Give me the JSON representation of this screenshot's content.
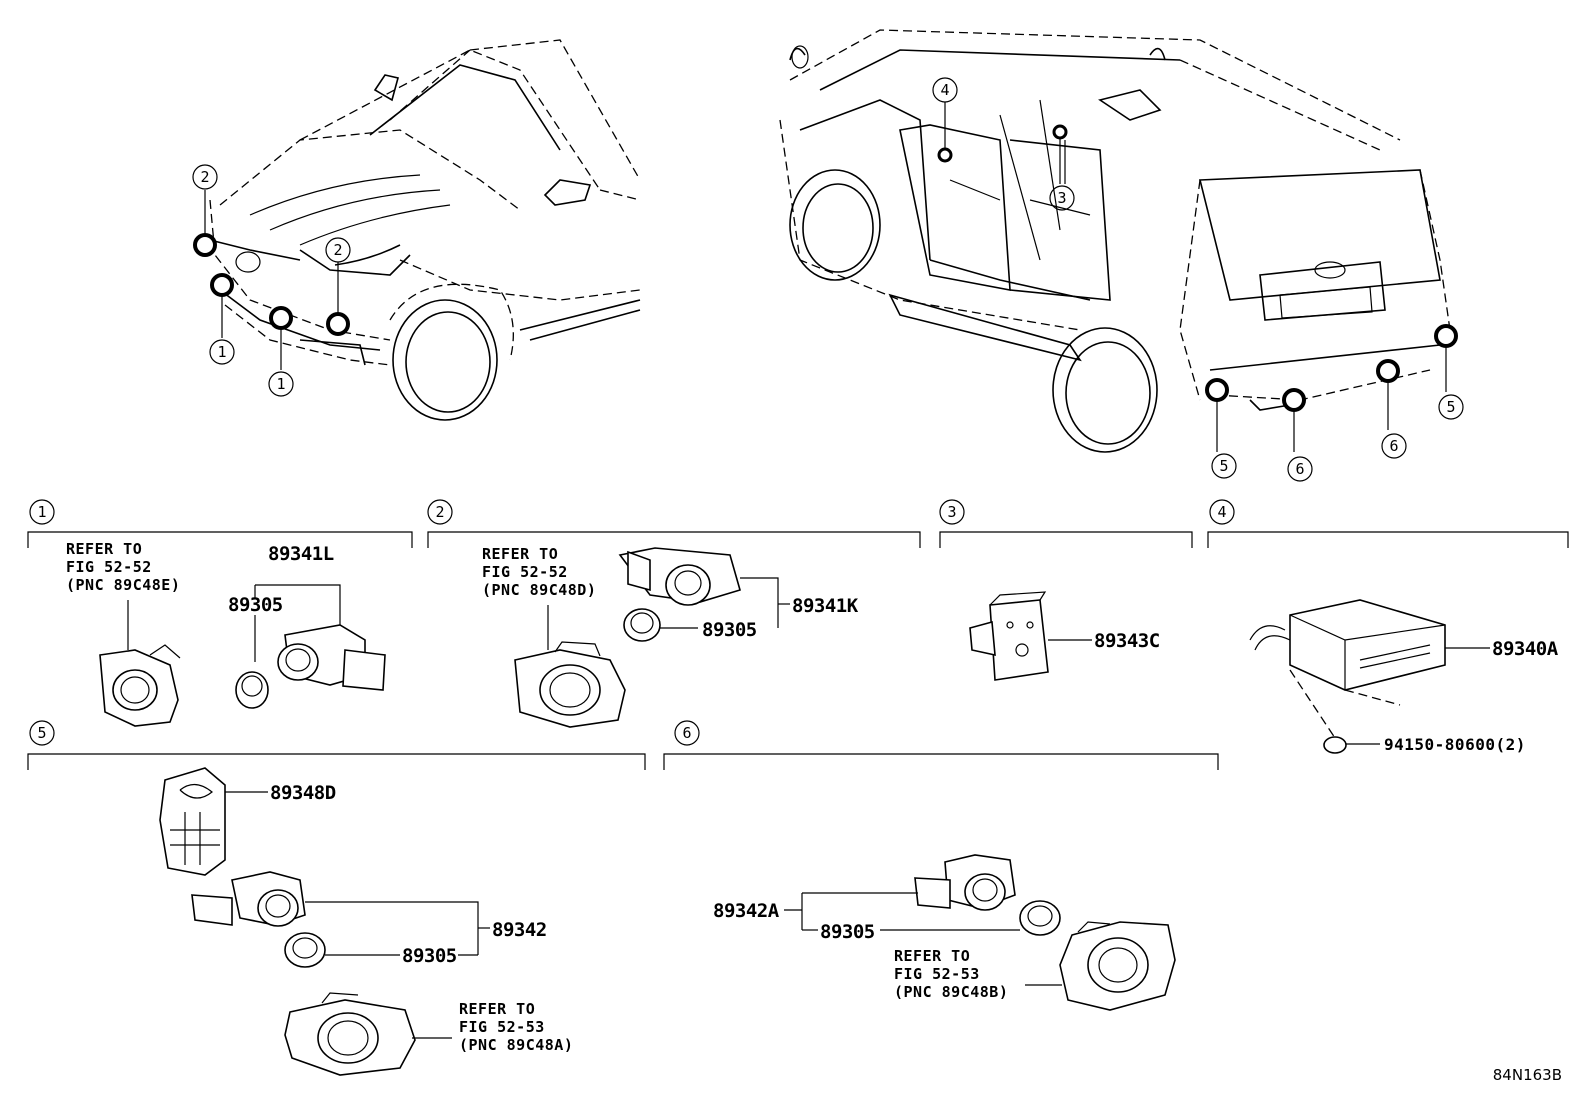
{
  "callout_numbers": [
    "1",
    "2",
    "3",
    "4",
    "5",
    "6"
  ],
  "sections": [
    {
      "id": "1",
      "part_numbers": [
        "89341L",
        "89305"
      ],
      "reference": [
        "REFER TO",
        "FIG 52-52",
        "(PNC 89C48E)"
      ]
    },
    {
      "id": "2",
      "part_numbers": [
        "89341K",
        "89305"
      ],
      "reference": [
        "REFER TO",
        "FIG 52-52",
        "(PNC 89C48D)"
      ]
    },
    {
      "id": "3",
      "part_numbers": [
        "89343C"
      ]
    },
    {
      "id": "4",
      "part_numbers": [
        "89340A",
        "94150-80600(2)"
      ]
    },
    {
      "id": "5",
      "part_numbers": [
        "89348D",
        "89342",
        "89305"
      ],
      "reference": [
        "REFER TO",
        "FIG 52-53",
        "(PNC 89C48A)"
      ]
    },
    {
      "id": "6",
      "part_numbers": [
        "89342A",
        "89305"
      ],
      "reference": [
        "REFER TO",
        "FIG 52-53",
        "(PNC 89C48B)"
      ]
    }
  ],
  "figure_code": "84N163B"
}
